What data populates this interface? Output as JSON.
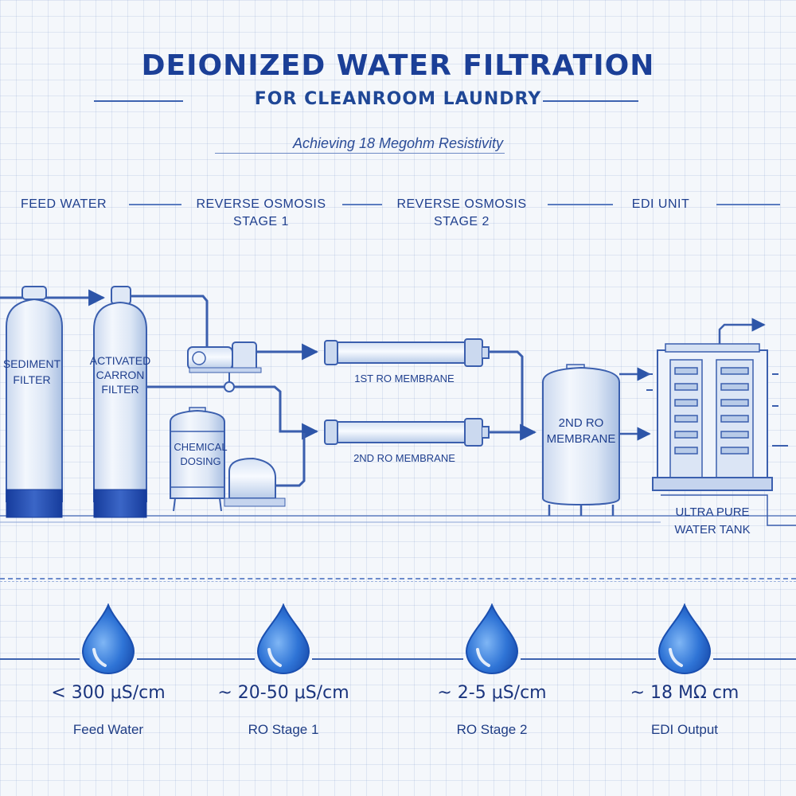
{
  "header": {
    "title": "DEIONIZED WATER FILTRATION",
    "subtitle": "FOR CLEANROOM LAUNDRY",
    "tagline": "Achieving 18 Megohm Resistivity"
  },
  "stages": [
    {
      "line1": "FEED WATER",
      "line2": ""
    },
    {
      "line1": "REVERSE OSMOSIS",
      "line2": "STAGE 1"
    },
    {
      "line1": "REVERSE OSMOSIS",
      "line2": "STAGE 2"
    },
    {
      "line1": "EDI UNIT",
      "line2": ""
    }
  ],
  "components": {
    "sediment_filter": [
      "SEDIMENT",
      "FILTER"
    ],
    "carbon_filter": [
      "ACTIVATED",
      "CARRON",
      "FILTER"
    ],
    "chemical_dosing": [
      "CHEMICAL",
      "DOSING"
    ],
    "ro_membrane_1": "1ST RO MEMBRANE",
    "ro_membrane_2": "2ND RO MEMBRANE",
    "ro_tank": [
      "2ND RO",
      "MEMBRANE"
    ],
    "upw_tank": [
      "ULTRA PURE",
      "WATER TANK"
    ]
  },
  "readings": [
    {
      "value": "< 300 μS/cm",
      "label": "Feed Water"
    },
    {
      "value": "~ 20-50 μS/cm",
      "label": "RO Stage 1"
    },
    {
      "value": "~ 2-5 μS/cm",
      "label": "RO Stage 2"
    },
    {
      "value": "~ 18 MΩ cm",
      "label": "EDI Output"
    }
  ],
  "colors": {
    "primary": "#1b3f97",
    "drop": "#2f74d6",
    "filter_band": "#1f45a8"
  }
}
